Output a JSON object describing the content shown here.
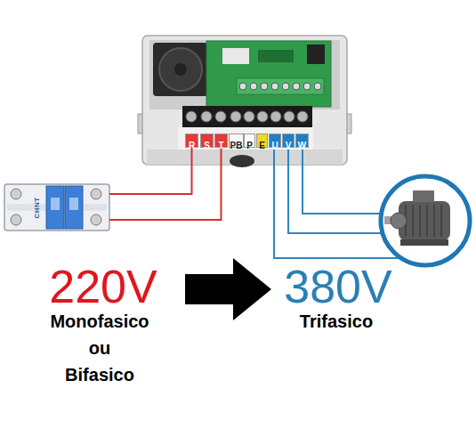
{
  "diagram": {
    "nodes": [
      {
        "text": [
          "R"
        ]
      },
      {
        "text": [
          "S"
        ]
      },
      {
        "text": [
          "T"
        ]
      },
      {
        "text": [
          "PB"
        ]
      },
      {
        "text": [
          "P"
        ]
      },
      {
        "text": [
          "E"
        ]
      },
      {
        "text": [
          "U"
        ]
      },
      {
        "text": [
          "V"
        ]
      },
      {
        "text": [
          "W"
        ]
      },
      {
        "text": [
          "CHNT"
        ]
      }
    ],
    "edges": [
      {
        "from": 0,
        "to": 9,
        "arrow": "none"
      },
      {
        "from": 2,
        "to": 9,
        "arrow": "none"
      }
    ],
    "labels": [
      "220V",
      "Monofasico",
      "ou",
      "Bifasico",
      "380V",
      "Trifasico"
    ]
  }
}
